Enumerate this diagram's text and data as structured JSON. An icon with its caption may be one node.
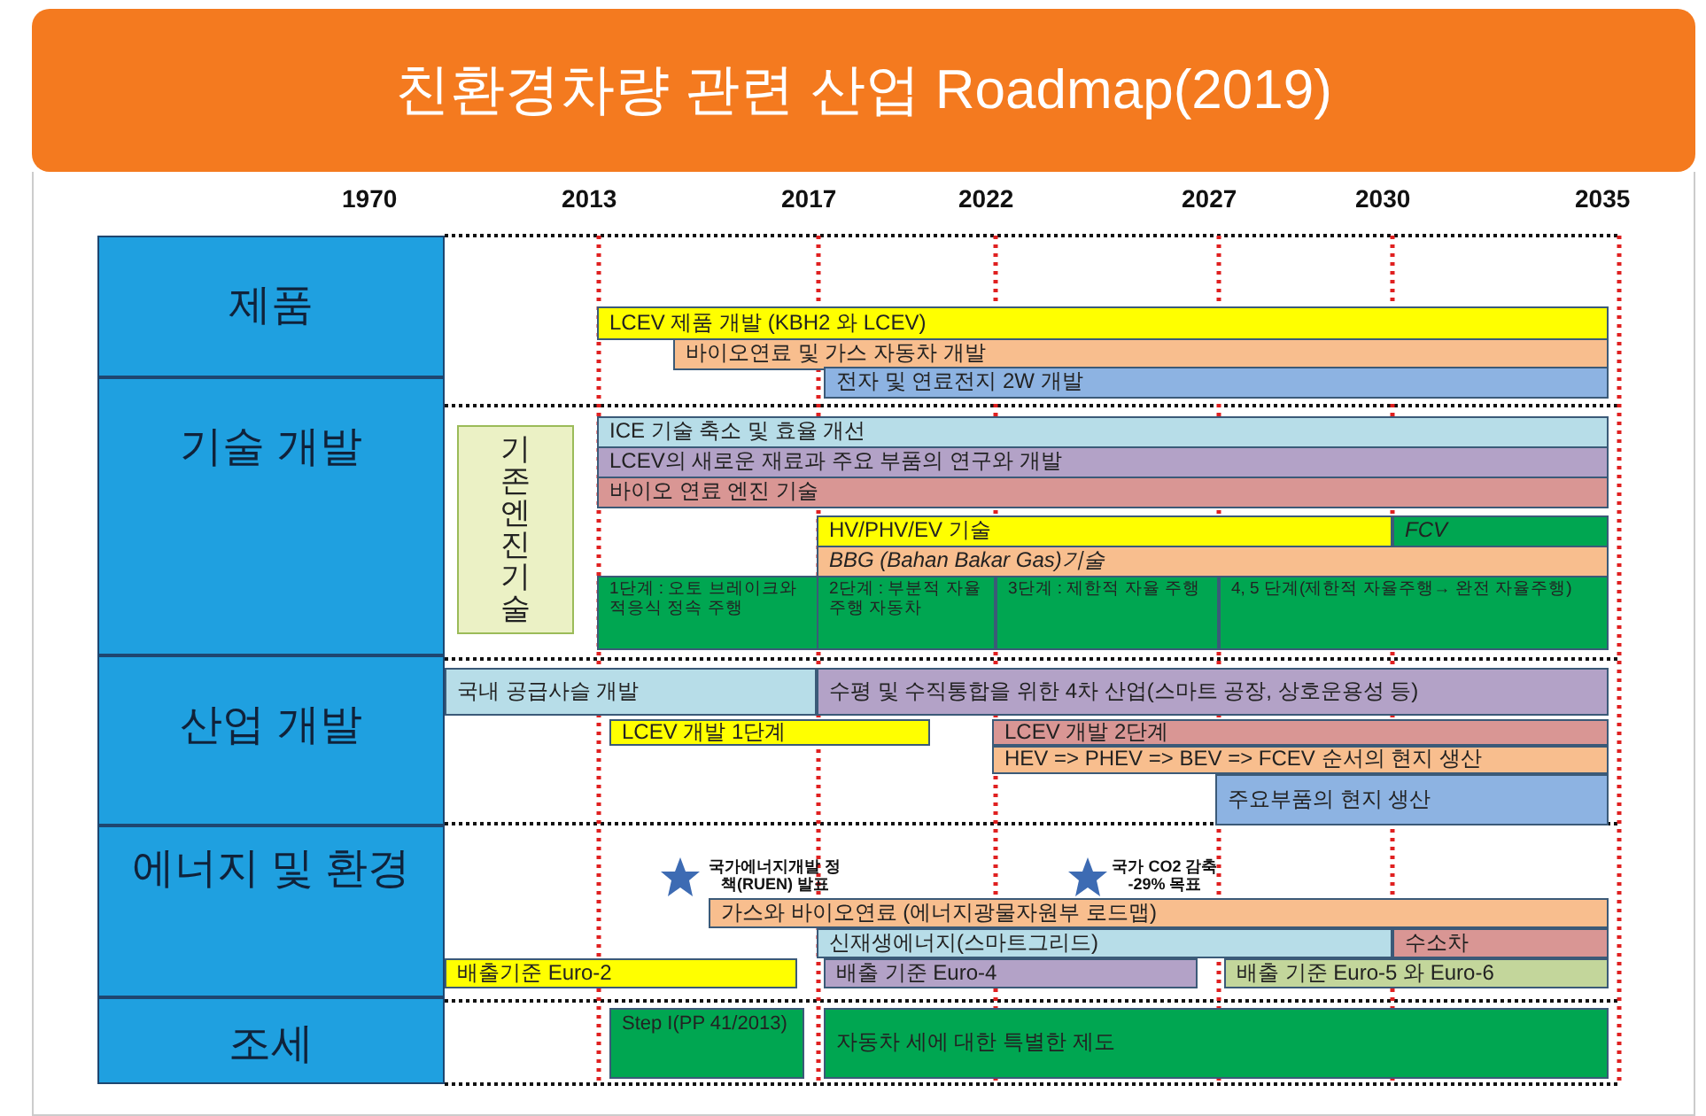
{
  "diagram": {
    "title": "친환경차량 관련 산업 Roadmap(2019)",
    "nodes": [
      {
        "text": [
          "제품"
        ]
      },
      {
        "text": [
          "LCEV 제품 개발 (KBH2 와 LCEV)"
        ]
      },
      {
        "text": [
          "바이오연료 및 가스 자동차 개발"
        ]
      },
      {
        "text": [
          "전자 및 연료전지 2W 개발"
        ]
      },
      {
        "text": [
          "기술 개발"
        ]
      },
      {
        "text": [
          "기존 엔진 기술"
        ]
      },
      {
        "text": [
          "ICE 기술 축소 및 효율 개선"
        ]
      },
      {
        "text": [
          "LCEV의 새로운 재료과 주요 부품의 연구와 개발"
        ]
      },
      {
        "text": [
          "바이오 연료 엔진 기술"
        ]
      },
      {
        "text": [
          "HV/PHV/EV 기술"
        ]
      },
      {
        "text": [
          "FCV"
        ]
      },
      {
        "text": [
          "BBG (Bahan Bakar Gas)기술"
        ]
      },
      {
        "text": [
          "1단계 : 오토 브레이크와 적응식 정속 주행"
        ]
      },
      {
        "text": [
          "2단계 : 부분적 자율주행 자동차"
        ]
      },
      {
        "text": [
          "3단계 : 제한적 자율 주행"
        ]
      },
      {
        "text": [
          "4, 5 단계(제한적 자율주행→ 완전 자율주행)"
        ]
      },
      {
        "text": [
          "산업 개발"
        ]
      },
      {
        "text": [
          "국내 공급사슬 개발"
        ]
      },
      {
        "text": [
          "수평 및 수직통합을 위한 4차 산업(스마트 공장, 상호운용성 등)"
        ]
      },
      {
        "text": [
          "LCEV 개발 1단계"
        ]
      },
      {
        "text": [
          "LCEV 개발 2단계"
        ]
      },
      {
        "text": [
          "HEV => PHEV => BEV => FCEV 순서의 현지 생산"
        ]
      },
      {
        "text": [
          "주요부품의 현지 생산"
        ]
      },
      {
        "text": [
          "에너지 및 환경"
        ]
      },
      {
        "text": [
          "가스와 바이오연료 (에너지광물자원부 로드맵)"
        ]
      },
      {
        "text": [
          "신재생에너지(스마트그리드)"
        ]
      },
      {
        "text": [
          "수소차"
        ]
      },
      {
        "text": [
          "배출기준 Euro-2"
        ]
      },
      {
        "text": [
          "배출 기준 Euro-4"
        ]
      },
      {
        "text": [
          "배출 기준 Euro-5 와 Euro-6"
        ]
      },
      {
        "text": [
          "조세"
        ]
      },
      {
        "text": [
          "Step I(PP 41/2013)"
        ]
      },
      {
        "text": [
          "자동차 세에 대한 특별한 제도"
        ]
      }
    ],
    "edges": [],
    "labels": [
      "1970",
      "2013",
      "2017",
      "2022",
      "2027",
      "2030",
      "2035",
      "국가에너지개발 정책(RUEN) 발표",
      "국가 CO2 감축 -29% 목표"
    ]
  }
}
